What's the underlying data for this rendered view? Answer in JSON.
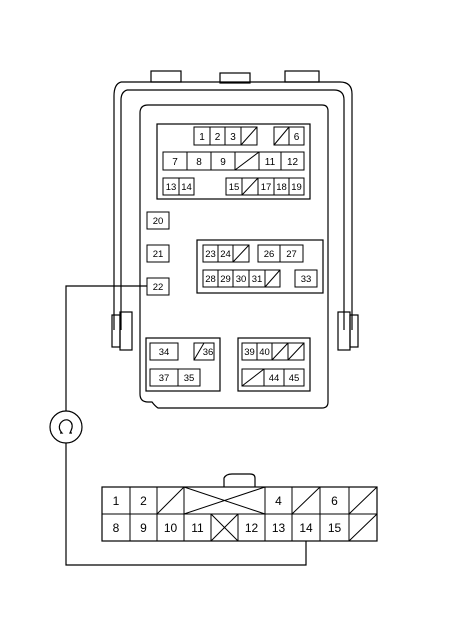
{
  "fuse_box": {
    "row_a": [
      "1",
      "2",
      "3",
      "",
      "",
      "6"
    ],
    "row_b": [
      "7",
      "8",
      "9",
      "",
      "11",
      "12"
    ],
    "row_c": [
      "13",
      "14",
      "15",
      "",
      "17",
      "18",
      "19"
    ],
    "single": [
      "20",
      "21",
      "22"
    ],
    "group_mid_top": [
      "23",
      "24",
      "",
      "26",
      "27"
    ],
    "group_mid_bottom": [
      "28",
      "29",
      "30",
      "31",
      "",
      "33"
    ],
    "group_left": [
      "34",
      "",
      "36",
      "37",
      "35"
    ],
    "group_right": [
      "39",
      "40",
      "",
      "",
      "",
      "44",
      "45"
    ]
  },
  "connector": {
    "row_top": [
      "1",
      "2",
      "",
      "",
      "",
      "4",
      "",
      "6",
      ""
    ],
    "row_bottom": [
      "8",
      "9",
      "10",
      "11",
      "",
      "12",
      "13",
      "14",
      "15",
      ""
    ]
  }
}
